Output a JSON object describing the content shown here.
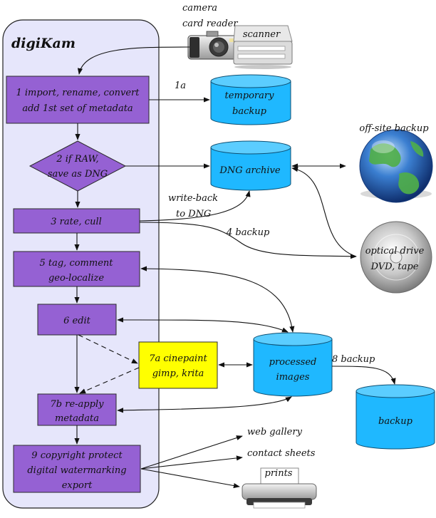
{
  "app_title": "digiKam",
  "steps": {
    "s1": [
      "1 import, rename, convert",
      "add 1st set of metadata"
    ],
    "s2": [
      "2 if RAW,",
      "save as DNG"
    ],
    "s3": "3  rate, cull",
    "s5": [
      "5 tag, comment",
      "geo-localize"
    ],
    "s6": "6 edit",
    "s7a": [
      "7a cinepaint",
      "gimp, krita"
    ],
    "s7b": [
      "7b re-apply",
      "metadata"
    ],
    "s9": [
      "9 copyright protect",
      "digital watermarking",
      "export"
    ]
  },
  "storage": {
    "temporary_backup": [
      "temporary",
      "backup"
    ],
    "dng_archive": "DNG archive",
    "processed_images": [
      "processed",
      "images"
    ],
    "backup": "backup",
    "optical_drive": [
      "optical drive",
      "DVD, tape"
    ],
    "offsite_backup": "off-site backup"
  },
  "sources": {
    "camera": "camera",
    "card_reader": "card reader",
    "scanner": "scanner"
  },
  "edge_labels": {
    "e1a": "1a",
    "write_back": [
      "write-back",
      "to DNG"
    ],
    "backup4": "4 backup",
    "backup8": "8 backup"
  },
  "outputs": {
    "web_gallery": "web gallery",
    "contact_sheets": "contact sheets",
    "prints": "prints"
  },
  "icons": [
    "camera-icon",
    "scanner-icon",
    "globe-icon",
    "optical-disc-icon",
    "printer-icon"
  ],
  "colors": {
    "panel": "#e6e6fb",
    "step_box": "#9561d3",
    "external_editor": "#ffff00",
    "storage": "#1fb8ff"
  }
}
